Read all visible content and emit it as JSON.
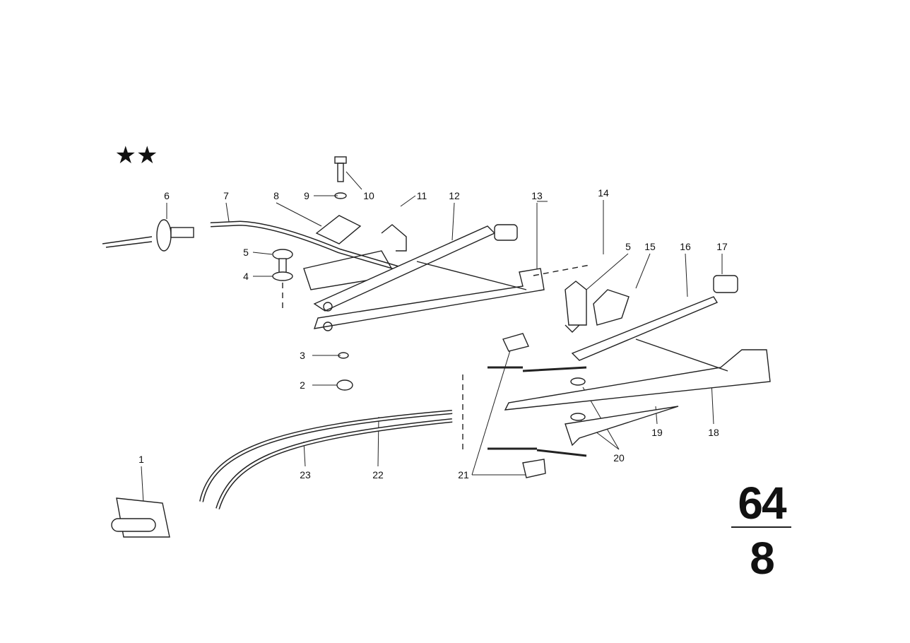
{
  "group_number": "64",
  "subgroup_number": "8",
  "marker": "★★",
  "callouts": [
    "1",
    "2",
    "3",
    "4",
    "5",
    "6",
    "7",
    "8",
    "9",
    "10",
    "11",
    "12",
    "13",
    "14",
    "5",
    "15",
    "16",
    "17",
    "18",
    "19",
    "20",
    "21",
    "22",
    "23"
  ]
}
